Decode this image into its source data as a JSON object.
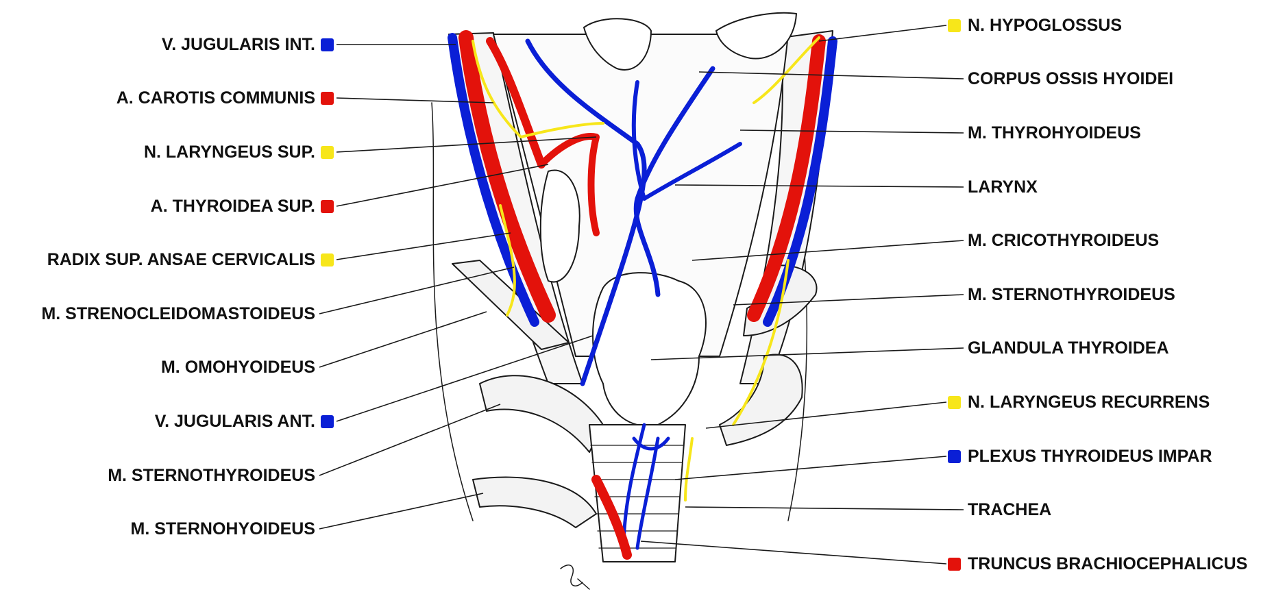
{
  "colors": {
    "artery": "#e3120b",
    "vein": "#0a1fd6",
    "nerve": "#f7e61a",
    "line": "#1a1a1a"
  },
  "labels_left": [
    {
      "id": "v-jugularis-int",
      "text": "V. JUGULARIS INT.",
      "color": "vein"
    },
    {
      "id": "a-carotis-communis",
      "text": "A. CAROTIS COMMUNIS",
      "color": "artery"
    },
    {
      "id": "n-laryngeus-sup",
      "text": "N. LARYNGEUS SUP.",
      "color": "nerve"
    },
    {
      "id": "a-thyroidea-sup",
      "text": "A. THYROIDEA SUP.",
      "color": "artery"
    },
    {
      "id": "radix-sup-ansae-cervicalis",
      "text": "RADIX SUP. ANSAE CERVICALIS",
      "color": "nerve"
    },
    {
      "id": "m-strenocleidomastoideus",
      "text": "M. STRENOCLEIDOMASTOIDEUS",
      "color": null
    },
    {
      "id": "m-omohyoideus",
      "text": "M. OMOHYOIDEUS",
      "color": null
    },
    {
      "id": "v-jugularis-ant",
      "text": "V. JUGULARIS ANT.",
      "color": "vein"
    },
    {
      "id": "m-sternothyroideus-left",
      "text": "M. STERNOTHYROIDEUS",
      "color": null
    },
    {
      "id": "m-sternohyoideus",
      "text": "M. STERNOHYOIDEUS",
      "color": null
    }
  ],
  "labels_right": [
    {
      "id": "n-hypoglossus",
      "text": "N. HYPOGLOSSUS",
      "color": "nerve"
    },
    {
      "id": "corpus-ossis-hyoidei",
      "text": "CORPUS OSSIS HYOIDEI",
      "color": null
    },
    {
      "id": "m-thyrohyoideus",
      "text": "M. THYROHYOIDEUS",
      "color": null
    },
    {
      "id": "larynx",
      "text": "LARYNX",
      "color": null
    },
    {
      "id": "m-cricothyroideus",
      "text": "M. CRICOTHYROIDEUS",
      "color": null
    },
    {
      "id": "m-sternothyroideus-right",
      "text": "M. STERNOTHYROIDEUS",
      "color": null
    },
    {
      "id": "glandula-thyroidea",
      "text": "GLANDULA THYROIDEA",
      "color": null
    },
    {
      "id": "n-laryngeus-recurrens",
      "text": "N. LARYNGEUS RECURRENS",
      "color": "nerve"
    },
    {
      "id": "plexus-thyroideus-impar",
      "text": "PLEXUS THYROIDEUS IMPAR",
      "color": "vein"
    },
    {
      "id": "trachea",
      "text": "TRACHEA",
      "color": null
    },
    {
      "id": "truncus-brachiocephalicus",
      "text": "TRUNCUS BRACHIOCEPHALICUS",
      "color": "artery"
    }
  ]
}
